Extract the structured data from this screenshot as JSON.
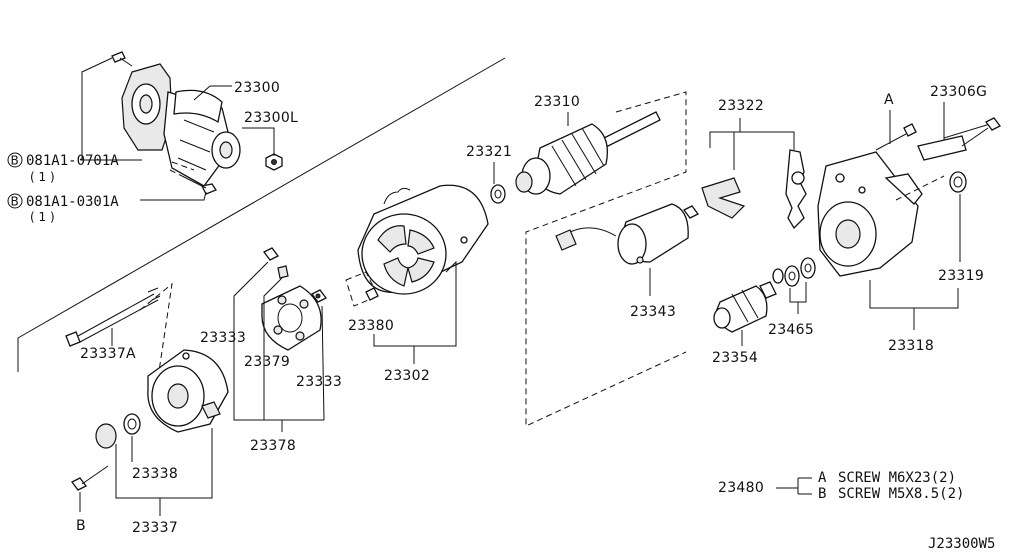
{
  "labels": {
    "starter_assy": "23300",
    "starter_nut": "23300L",
    "bolt_a_code": "081A1-0701A",
    "bolt_a_qty": "( 1 )",
    "bolt_b_code": "081A1-0301A",
    "bolt_b_qty": "( 1 )",
    "circle_b": "B",
    "armature": "23310",
    "washer": "23321",
    "lever_set": "23322",
    "screw_kit": "23306G",
    "callout_a": "A",
    "solenoid": "23343",
    "pinion": "23354",
    "washer_set": "23465",
    "housing": "23318",
    "bushing": "23319",
    "yoke": "23302",
    "brush_spring": "23380",
    "brush": "23333",
    "brush_holder": "23379",
    "brush_holder_set": "23378",
    "through_bolt": "23337A",
    "rear_bushing": "23338",
    "rear_cover": "23337",
    "callout_b": "B",
    "screw_set": "23480",
    "legend_a_letter": "A",
    "legend_a": "SCREW  M6X23(2)",
    "legend_b_letter": "B",
    "legend_b": "SCREW  M5X8.5(2)",
    "diagram_code": "J23300W5"
  }
}
